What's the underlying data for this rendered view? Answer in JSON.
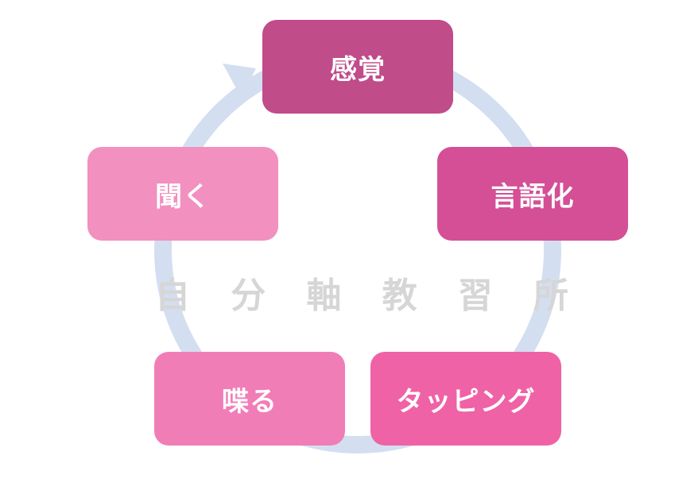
{
  "diagram": {
    "type": "cycle",
    "nodes": [
      {
        "id": "kankaku",
        "label": "感覚",
        "color": "#c04c8a"
      },
      {
        "id": "gengoka",
        "label": "言語化",
        "color": "#d44f96"
      },
      {
        "id": "tapping",
        "label": "タッピング",
        "color": "#ef62a6"
      },
      {
        "id": "shaberu",
        "label": "喋る",
        "color": "#f17db7"
      },
      {
        "id": "kiku",
        "label": "聞く",
        "color": "#f290bf"
      }
    ],
    "cycle_arrow_color": "#d3dff0",
    "watermark": [
      "自",
      "分",
      "軸",
      "教",
      "習",
      "所"
    ]
  }
}
